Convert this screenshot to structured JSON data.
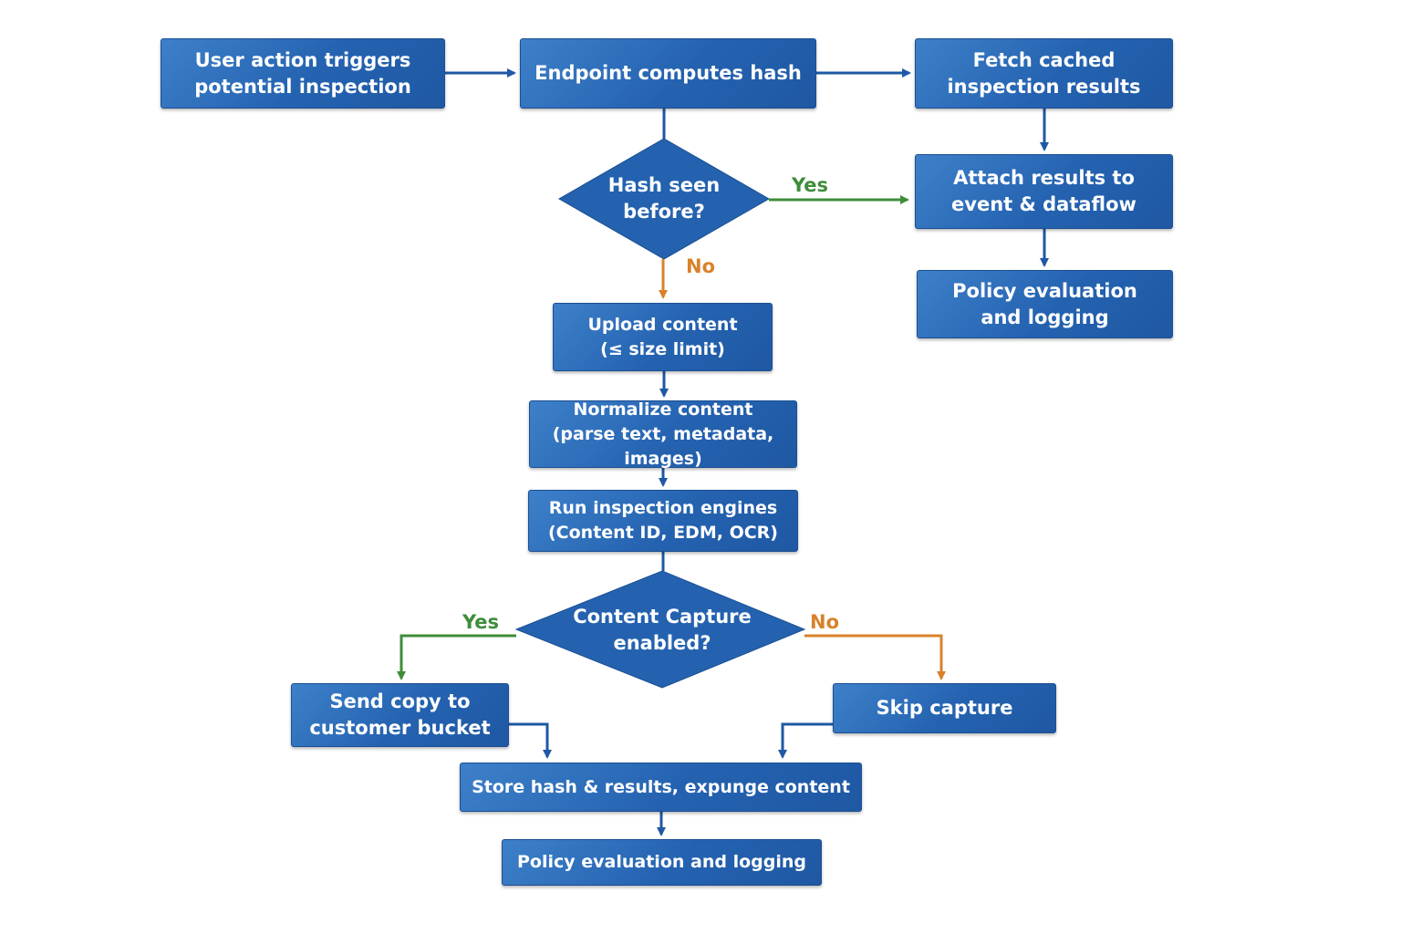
{
  "nodes": {
    "user_action": "User action triggers\npotential inspection",
    "compute_hash": "Endpoint computes hash",
    "fetch_cached": "Fetch cached\ninspection results",
    "hash_seen": "Hash seen\nbefore?",
    "attach_results": "Attach results to\nevent & dataflow",
    "policy_top": "Policy evaluation\nand logging",
    "upload": "Upload content\n(≤ size limit)",
    "normalize": "Normalize content\n(parse text, metadata, images)",
    "run_engines": "Run inspection engines\n(Content ID, EDM, OCR)",
    "capture_enabled": "Content Capture\nenabled?",
    "send_copy": "Send copy to\ncustomer bucket",
    "skip_capture": "Skip capture",
    "store_hash": "Store hash & results, expunge content",
    "policy_bottom": "Policy evaluation and logging"
  },
  "edge_labels": {
    "hash_yes": "Yes",
    "hash_no": "No",
    "capture_yes": "Yes",
    "capture_no": "No"
  },
  "colors": {
    "box_fill": "#2462b0",
    "flow_arrow": "#1f58a3",
    "yes_arrow": "#3f8d3a",
    "no_arrow": "#d9822b"
  }
}
